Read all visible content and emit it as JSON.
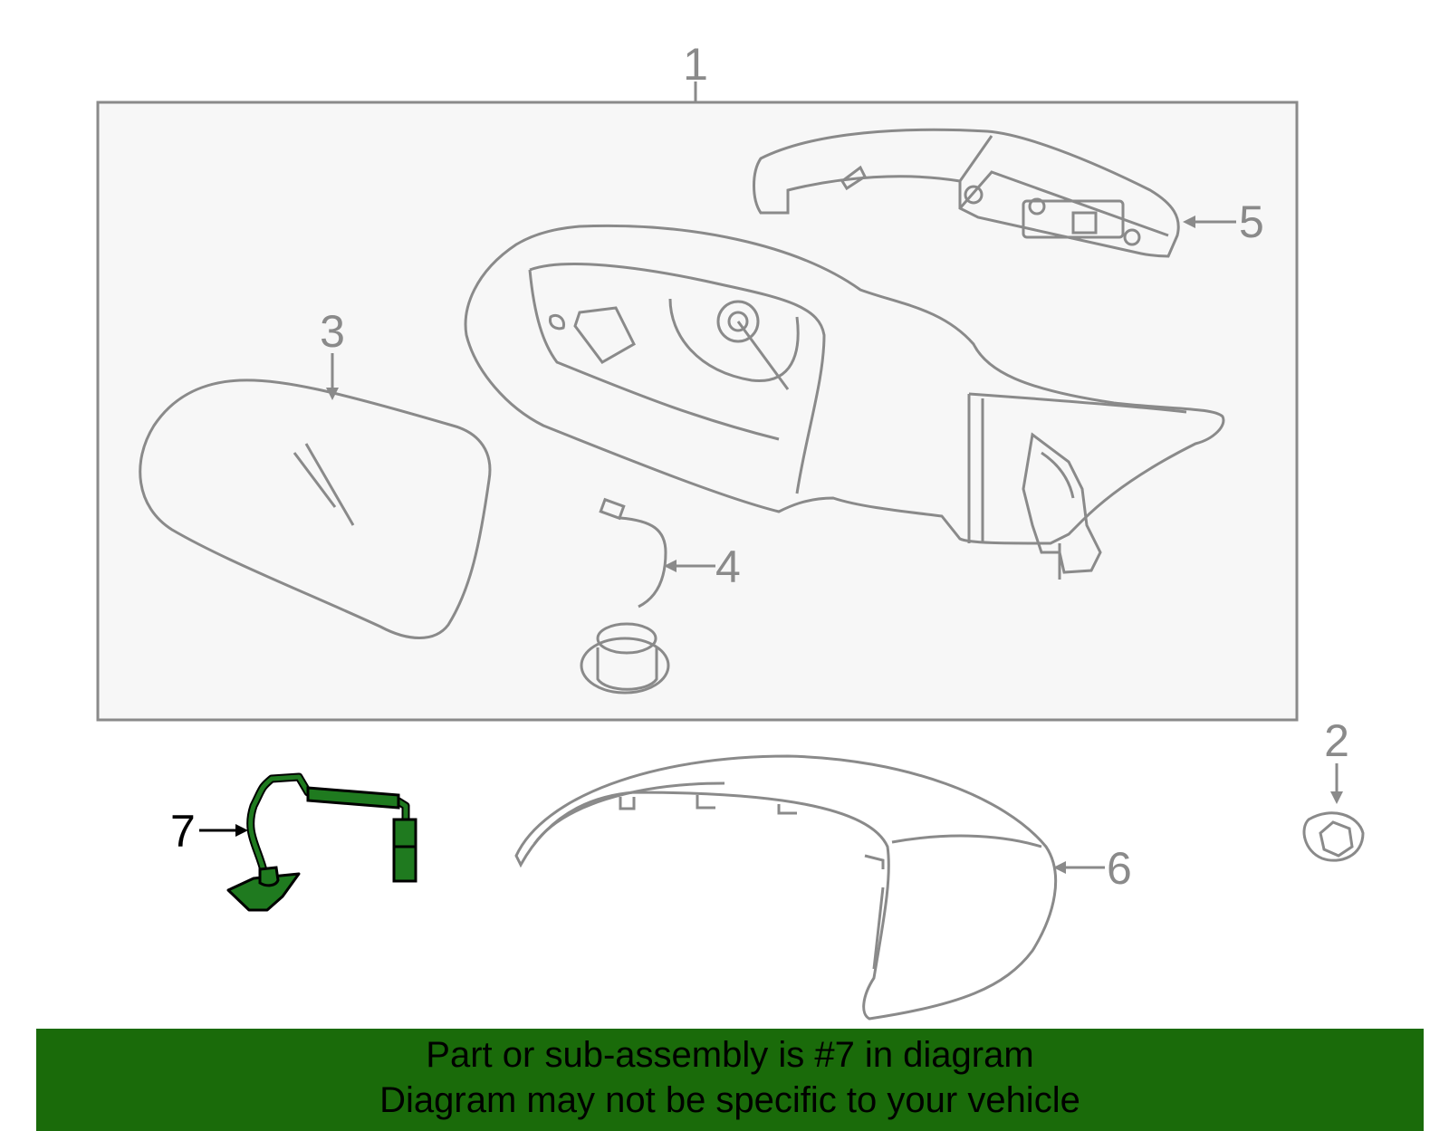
{
  "diagram": {
    "callouts": {
      "c1": "1",
      "c2": "2",
      "c3": "3",
      "c4": "4",
      "c5": "5",
      "c6": "6",
      "c7": "7"
    },
    "colors": {
      "line": "#8a8a8a",
      "assembly_box_fill": "#f7f7f7",
      "assembly_box_stroke": "#8a8a8a",
      "highlight_part": "#1f7a1f",
      "banner_bg": "#1a6b0a"
    }
  },
  "banner": {
    "line1": "Part or sub-assembly is #7 in diagram",
    "line2": "Diagram may not be specific to your vehicle"
  }
}
